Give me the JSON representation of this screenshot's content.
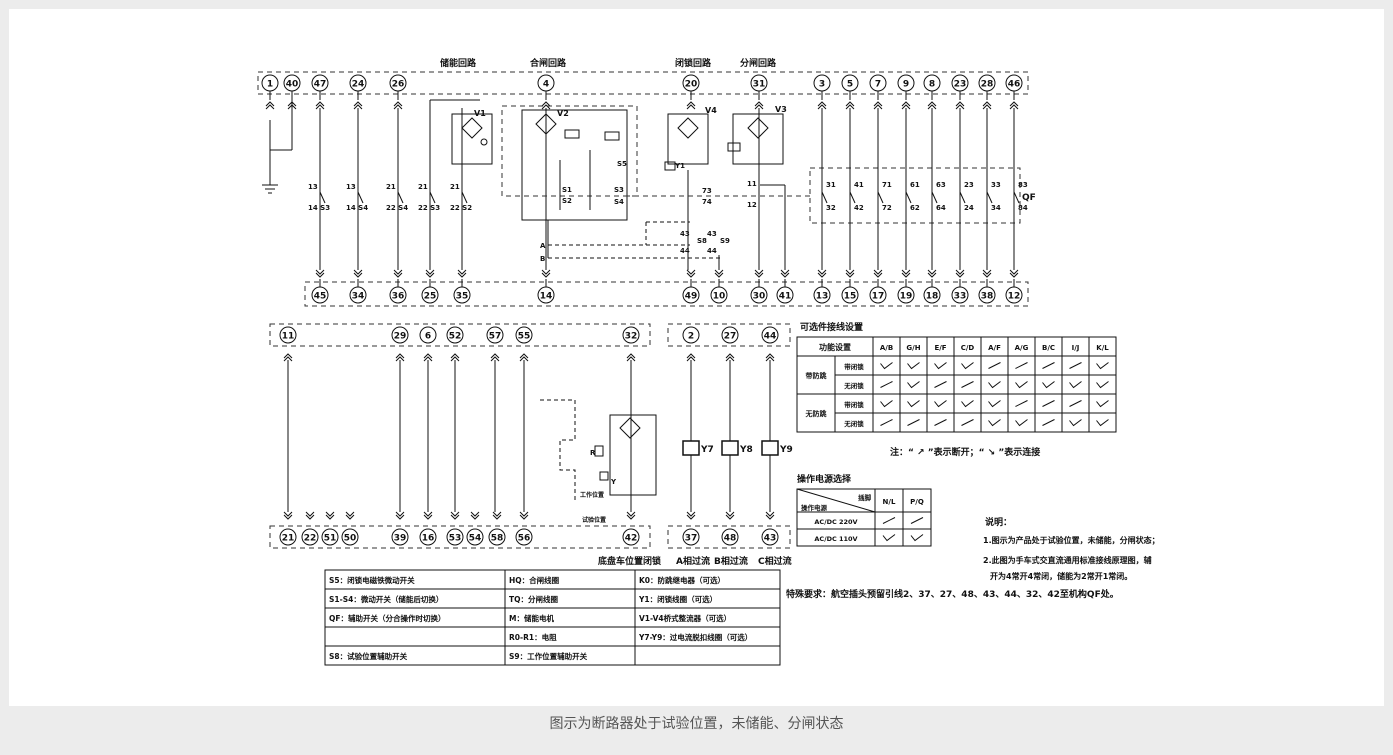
{
  "caption": "图示为断路器处于试验位置，未储能、分闸状态",
  "colors": {
    "background": "#ececec",
    "panel": "#ffffff",
    "ink": "#111111"
  },
  "section_labels": {
    "storage": "储能回路",
    "close": "合闸回路",
    "lock": "闭锁回路",
    "open": "分闸回路",
    "qf": "QF"
  },
  "top_terminals": [
    "1",
    "40",
    "47",
    "24",
    "26",
    "4",
    "20",
    "31",
    "3",
    "5",
    "7",
    "9",
    "8",
    "23",
    "28",
    "46"
  ],
  "top_bottom_terminals": [
    "45",
    "34",
    "36",
    "25",
    "35",
    "14",
    "49",
    "10",
    "30",
    "41",
    "13",
    "15",
    "17",
    "19",
    "18",
    "33",
    "38",
    "12"
  ],
  "qf_contacts": [
    {
      "top": "31",
      "bottom": "32"
    },
    {
      "top": "41",
      "bottom": "42"
    },
    {
      "top": "71",
      "bottom": "72"
    },
    {
      "top": "61",
      "bottom": "62"
    },
    {
      "top": "63",
      "bottom": "64"
    },
    {
      "top": "23",
      "bottom": "24"
    },
    {
      "top": "33",
      "bottom": "34"
    },
    {
      "top": "83",
      "bottom": "84"
    }
  ],
  "storage_switches": [
    {
      "top": "13",
      "bottom": "14 S3"
    },
    {
      "top": "13",
      "bottom": "14 S4"
    },
    {
      "top": "21",
      "bottom": "22 S4"
    },
    {
      "top": "21",
      "bottom": "22 S3"
    },
    {
      "top": "21",
      "bottom": "22 S2"
    }
  ],
  "rectifier_labels": [
    "V1",
    "V2",
    "V4",
    "V3"
  ],
  "middle_labels": {
    "s1": "S1",
    "s2": "S2",
    "s3": "S3",
    "s4": "S4",
    "s5": "S5",
    "y1": "Y1",
    "c73": "73",
    "c74": "74",
    "c11": "11",
    "c12": "12",
    "c43a": "43",
    "c44a": "44",
    "c43b": "43",
    "c44b": "44",
    "s8": "S8",
    "s9": "S9",
    "a": "A",
    "b": "B"
  },
  "bottom_top_terminals": [
    "11",
    "29",
    "6",
    "52",
    "57",
    "55",
    "32",
    "2",
    "27",
    "44"
  ],
  "bottom_bottom_terminals": [
    "21",
    "22",
    "51",
    "50",
    "39",
    "16",
    "53",
    "54",
    "58",
    "56",
    "42",
    "37",
    "48",
    "43"
  ],
  "coils": [
    "Y7",
    "Y8",
    "Y9"
  ],
  "coil_captions": [
    "底盘车位置闭锁",
    "A相过流",
    "B相过流",
    "C相过流"
  ],
  "chassis_labels": {
    "work": "工作位置",
    "test": "试验位置",
    "r": "R",
    "y": "Y"
  },
  "optional_table": {
    "title": "可选件接线设置",
    "header_label": "功能设置",
    "columns": [
      "A/B",
      "G/H",
      "E/F",
      "C/D",
      "A/F",
      "A/G",
      "B/C",
      "I/J",
      "K/L"
    ],
    "groups": [
      {
        "name": "带防跳",
        "rows": [
          {
            "name": "带闭锁",
            "marks": [
              "v",
              "v",
              "v",
              "v",
              "/",
              "/",
              "/",
              "/",
              "v"
            ]
          },
          {
            "name": "无闭锁",
            "marks": [
              "/",
              "v",
              "/",
              "/",
              "v",
              "v",
              "v",
              "v",
              "v"
            ]
          }
        ]
      },
      {
        "name": "无防跳",
        "rows": [
          {
            "name": "带闭锁",
            "marks": [
              "v",
              "v",
              "v",
              "v",
              "v",
              "/",
              "/",
              "/",
              "v"
            ]
          },
          {
            "name": "无闭锁",
            "marks": [
              "/",
              "/",
              "/",
              "/",
              "v",
              "v",
              "/",
              "v",
              "v"
            ]
          }
        ]
      }
    ],
    "note": "注：“ ↗ ”表示断开；“ ↘ ”表示连接"
  },
  "power_table": {
    "title": "操作电源选择",
    "corner_top": "插脚",
    "corner_bottom": "操作电源",
    "columns": [
      "N/L",
      "P/Q"
    ],
    "rows": [
      {
        "name": "AC/DC 220V",
        "marks": [
          "/",
          "/"
        ]
      },
      {
        "name": "AC/DC 110V",
        "marks": [
          "v",
          "v"
        ]
      }
    ]
  },
  "notes": {
    "title": "说明：",
    "items": [
      "1.图示为产品处于试验位置，未储能，分闸状态；",
      "2.此图为手车式交直流通用标准接线原理图，辅",
      "开为4常开4常闭，储能为2常开1常闭。"
    ]
  },
  "special_requirement": "特殊要求：航空插头预留引线2、37、27、48、43、44、32、42至机构QF处。",
  "legend": [
    [
      "S5：闭锁电磁铁微动开关",
      "HQ：合闸线圈",
      "K0：防跳继电器（可选）"
    ],
    [
      "S1-S4：微动开关（储能后切换）",
      "TQ：分闸线圈",
      "Y1：闭锁线圈（可选）"
    ],
    [
      "QF：辅助开关（分合操作时切换）",
      "M：储能电机",
      "V1-V4桥式整流器（可选）"
    ],
    [
      "",
      "R0-R1：电阻",
      "Y7-Y9：过电流脱扣线圈（可选）"
    ],
    [
      "S8：试验位置辅助开关",
      "S9：工作位置辅助开关",
      ""
    ]
  ]
}
